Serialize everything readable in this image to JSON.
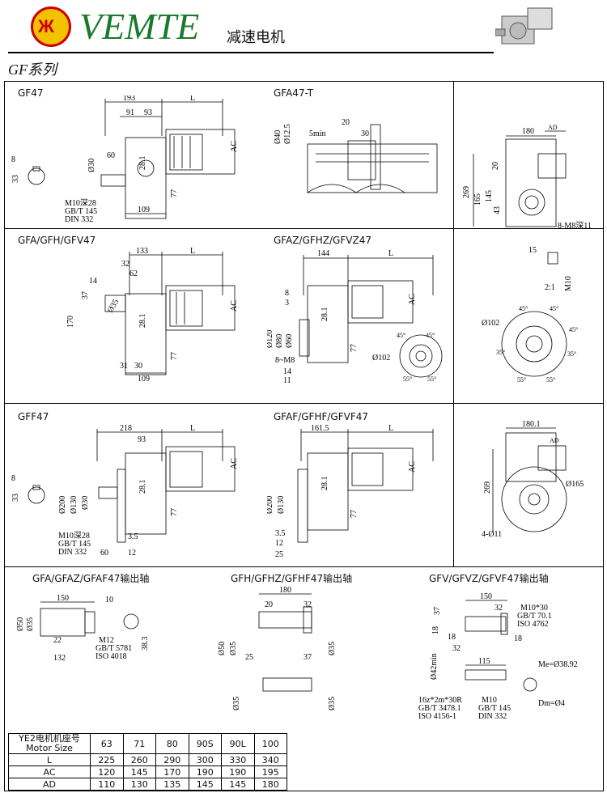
{
  "header": {
    "logo_text": "Ж",
    "brand": "VEMTE",
    "subtitle": "减速电机",
    "series": "GF系列"
  },
  "panels": {
    "gf47": "GF47",
    "gfa47t": "GFA47-T",
    "gfa_gfh_gfv47": "GFA/GFH/GFV47",
    "gfaz_gfhz_gfvz47": "GFAZ/GFHZ/GFVZ47",
    "gff47": "GFF47",
    "gfaf_gfhf_gfvf47": "GFAF/GFHF/GFVF47",
    "shaft1": "GFA/GFAZ/GFAF47输出轴",
    "shaft2": "GFH/GFHZ/GFHF47输出轴",
    "shaft3": "GFV/GFVZ/GFVF47输出轴"
  },
  "dims": {
    "d193": "193",
    "L": "L",
    "d91": "91",
    "d93": "93",
    "AC": "AC",
    "d60": "60",
    "d30": "Ø30",
    "d8": "8",
    "d33": "33",
    "d28_1": "28.1",
    "d77": "77",
    "d109": "109",
    "m10": "M10深28",
    "gbt145": "GB/T 145",
    "din332": "DIN 332",
    "d40": "Ø40",
    "d12_5": "Ø12.5",
    "d20": "20",
    "d5min": "5min",
    "d30b": "30",
    "AD": "AD",
    "d180": "180",
    "d269": "269",
    "d165": "165",
    "d145": "145",
    "d43": "43",
    "d20b": "20",
    "m8": "8-M8深11",
    "d133": "133",
    "d32": "32",
    "d62": "62",
    "d14": "14",
    "d37": "37",
    "d170": "170",
    "d31": "31",
    "d35": "Ø35",
    "d144": "144",
    "d3": "3",
    "d120": "Ø120",
    "d80": "Ø80",
    "d60b": "Ø60",
    "d8m8": "8~M8",
    "d14b": "14",
    "d11": "11",
    "d102": "Ø102",
    "a45": "45°",
    "a55": "55°",
    "d15": "15",
    "ratio": "2:1",
    "m10b": "M10",
    "a35": "35°",
    "d218": "218",
    "d200": "Ø200",
    "d130": "Ø130",
    "d35_5": "3.5",
    "d12": "12",
    "d60c": "60",
    "d161_5": "161.5",
    "d25": "25",
    "d180_1": "180.1",
    "d165b": "Ø165",
    "holes4": "4-Ø11",
    "s150": "150",
    "s10": "10",
    "s50": "Ø50",
    "s35": "Ø35",
    "s22": "22",
    "s38_3": "38.3",
    "s132": "132",
    "s18": "18",
    "m12": "M12",
    "gbt5781": "GB/T 5781",
    "iso4018": "ISO 4018",
    "s180": "180",
    "s20": "20",
    "s32": "32",
    "s25": "25",
    "s37": "37",
    "m10x30": "M10*30",
    "gbt70": "GB/T 70.1",
    "iso4762": "ISO 4762",
    "s42": "Ø42min",
    "s115": "115",
    "me": "Me=Ø38.92",
    "spline": "16z*2m*30R",
    "gbt3478": "GB/T 3478.1",
    "iso4156": "ISO 4156-1",
    "dm": "Dm=Ø4"
  },
  "table": {
    "header_cn": "YE2电机机座号",
    "header_en": "Motor Size",
    "sizes": [
      "63",
      "71",
      "80",
      "90S",
      "90L",
      "100"
    ],
    "rows": [
      {
        "label": "L",
        "values": [
          "225",
          "260",
          "290",
          "300",
          "330",
          "340"
        ]
      },
      {
        "label": "AC",
        "values": [
          "120",
          "145",
          "170",
          "190",
          "190",
          "195"
        ]
      },
      {
        "label": "AD",
        "values": [
          "110",
          "130",
          "135",
          "145",
          "145",
          "180"
        ]
      }
    ]
  }
}
